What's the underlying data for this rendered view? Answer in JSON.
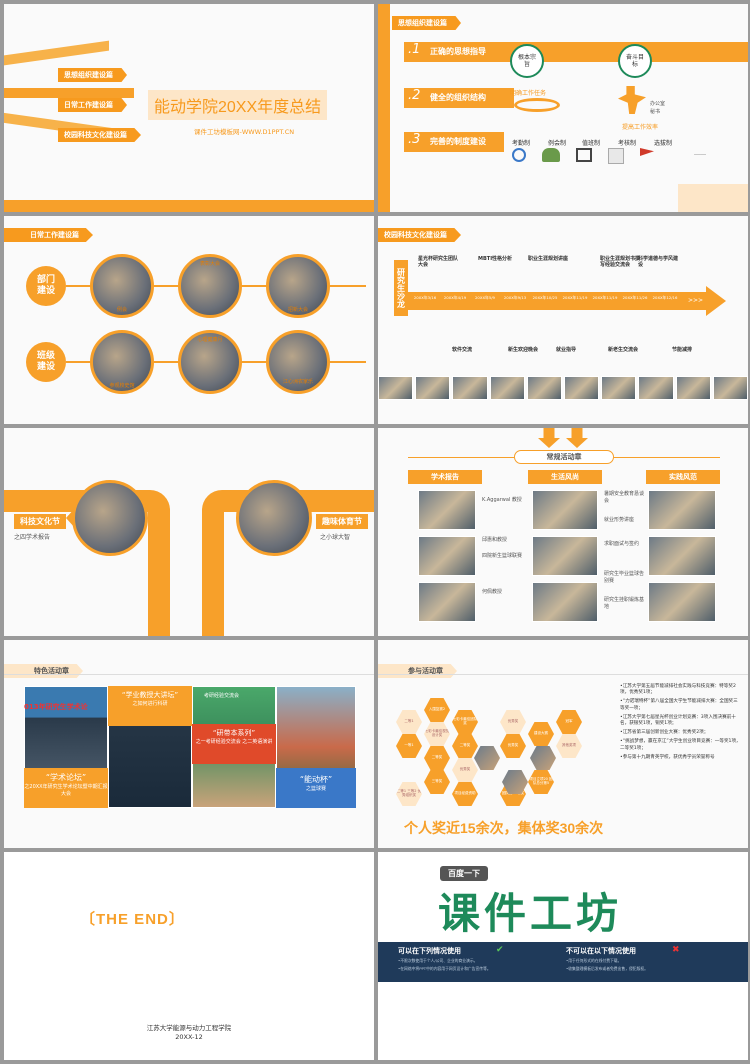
{
  "slide1": {
    "menu": [
      "思想组织建设篇",
      "日常工作建设篇",
      "校园科技文化建设篇"
    ],
    "title": "能动学院20XX年度总结",
    "subtitle": "课件工坊模板网-WWW.D1PPT.CN"
  },
  "slide2": {
    "tag": "思想组织建设篇",
    "rows": [
      {
        "num": ".1",
        "label": "正确的思想指导"
      },
      {
        "num": ".2",
        "label": "健全的组织结构"
      },
      {
        "num": ".3",
        "label": "完善的制度建设"
      }
    ],
    "bubbles": [
      "根本宗旨",
      "奋斗目标"
    ],
    "task": "明确工作任务",
    "efficiency": "提高工作效率",
    "items": [
      "办公室",
      "秘书"
    ],
    "rules": [
      "考勤制",
      "例会制",
      "值班制",
      "考核制",
      "选拔制",
      "……"
    ]
  },
  "slide3": {
    "tag": "日常工作建设篇",
    "dept": "部门建设",
    "cls": "班级建设",
    "photos": [
      "例会",
      "表彰大会",
      "招新大会",
      "参观校史馆",
      "心理健康月",
      "江心洲农家乐"
    ]
  },
  "slide4": {
    "tag": "校园科技文化建设篇",
    "vertical": "研究生沙龙",
    "top_events": [
      "星光杯研究生团队大会",
      "MBTI性格分析",
      "职业生涯规划讲座",
      "职业生涯规划书撰写经验交流会",
      "科学道德与学风建设"
    ],
    "dates": [
      "20XX年3/16",
      "20XX年4/19",
      "20XX年5/9",
      "20XX年9/13",
      "20XX年10/25",
      "20XX年11/19",
      "20XX年11/19",
      "20XX年11/26",
      "20XX年12/16"
    ],
    "bottom_events": [
      "软件交流",
      "新生欢迎晚会",
      "就业指导",
      "新老生交流会",
      "节能减排"
    ],
    "arrow": ">>>"
  },
  "slide5": {
    "left_label": "科技文化节",
    "left_sub": "之四学术报告",
    "right_label": "趣味体育节",
    "right_sub": "之小球大智"
  },
  "slide6": {
    "header": "常规活动章",
    "columns": [
      "学术报告",
      "生活风尚",
      "实践风范"
    ],
    "people": [
      "K.Aggarwal 教授",
      "邱惠和教授",
      "何佩教授"
    ],
    "life": [
      "四院新生篮球联赛"
    ],
    "practice": [
      "暑期安全教育恳谈会",
      "就业形势讲座",
      "求职面试与签约",
      "研究生毕业篮球告别赛",
      "研究生挂职锻炼基地"
    ]
  },
  "slide7": {
    "tag": "特色活动章",
    "photo_texts": [
      {
        "title": "“学术论坛”",
        "sub": "之20XX年研究生学术论坛暨中期汇报大会",
        "banner": "013年研究生学术论"
      },
      {
        "title": "“学业教授大讲坛”",
        "sub": "之如何进行科研",
        "banner": ""
      },
      {
        "title": "“研带本系列”",
        "sub": "之一考研经验交流会 之二英语演讲",
        "banner": "考研经验交流会"
      },
      {
        "title": "“能动杯”",
        "sub": "之篮球赛",
        "banner": ""
      }
    ]
  },
  "slide8": {
    "tag": "参与活动章",
    "hexes": [
      "二等1",
      "一等1",
      "入围复赛2",
      "七彩卡最佳视觉设计奖",
      "二等奖",
      "三等奖",
      "二等1 三等2 优秀组织奖",
      "七彩卡最佳团队奖",
      "二等奖",
      "优秀奖",
      "项目经费资助",
      "冠军",
      "其他奖项",
      "建设大赛",
      "项目立项20 团队总分第5",
      "优秀奖",
      "优秀奖",
      "团队赛 一等奖"
    ],
    "bullets": [
      "•江苏大学第五届节能减排社会实践与科技竞赛：特等奖2项，优秀奖1项；",
      "•“力诺瑞特杯”第八届全国大学生节能减排大赛：全国奖三等奖一项；",
      "•江苏大学第七届星光杯创业计划竞赛：3项入围决赛前十名，获银奖1项，铜奖1项；",
      "•江苏省第三届创新创业大赛：优秀奖2项；",
      "•“挑战梦想，赢在京江”大学生创业项目竞赛：一等奖1项，二等奖1项；",
      "•参与第十九期青英学校，获优秀学员荣誉称号"
    ],
    "summary": "个人奖近15余次，集体奖30余次"
  },
  "slide9": {
    "end": "THE  END",
    "org": "江苏大学能源与动力工程学院",
    "date": "20XX-12"
  },
  "slide10": {
    "pill": "百度一下",
    "brand": "课件工坊",
    "can": "可以在下列情况使用",
    "cannot": "不可以在以下情况使用",
    "can_lines": [
      "•不限次数使用于个人/公司、企业的商业演示。",
      "•在网络中将PPT中的内容用于网页设计和广告宣传等。"
    ],
    "cannot_lines": [
      "•用于任何形式的在线付费下载。",
      "•收集整理模板后发布或者免费出售，侵犯版权。"
    ]
  },
  "colors": {
    "accent": "#f7a02a",
    "dark_orange": "#e67e00",
    "navy": "#1f3a5a",
    "green": "#1e8a5a"
  }
}
